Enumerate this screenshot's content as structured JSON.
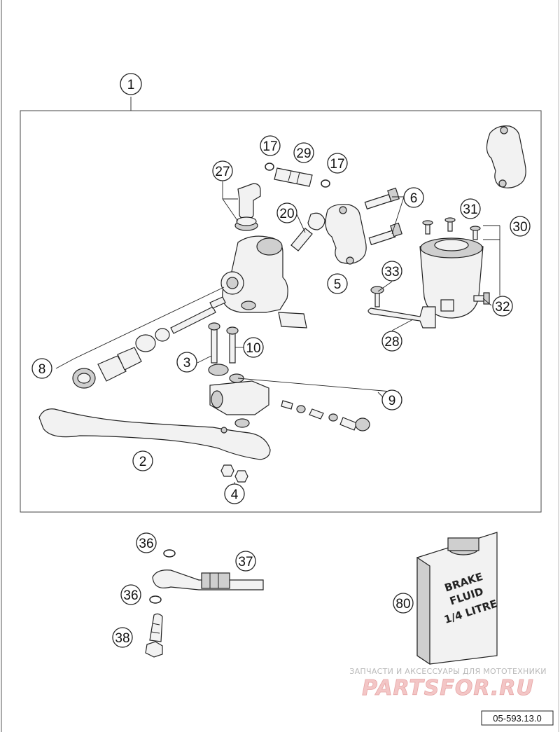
{
  "diagram": {
    "callouts": {
      "c1": "1",
      "c2": "2",
      "c3": "3",
      "c4": "4",
      "c5": "5",
      "c6": "6",
      "c8": "8",
      "c9": "9",
      "c10": "10",
      "c17a": "17",
      "c17b": "17",
      "c20": "20",
      "c27": "27",
      "c28": "28",
      "c29": "29",
      "c30": "30",
      "c31": "31",
      "c32": "32",
      "c33": "33",
      "c36a": "36",
      "c36b": "36",
      "c37": "37",
      "c38": "38",
      "c80": "80"
    },
    "brake_fluid_label": [
      "BRAKE",
      "FLUID",
      "1/4 LITRE"
    ],
    "diagram_code": "05-593.13.0"
  },
  "watermark": {
    "caption": "ЗАПЧАСТИ И АКСЕССУАРЫ ДЛЯ МОТОТЕХНИКИ",
    "logo": "PARTSFOR.RU"
  }
}
